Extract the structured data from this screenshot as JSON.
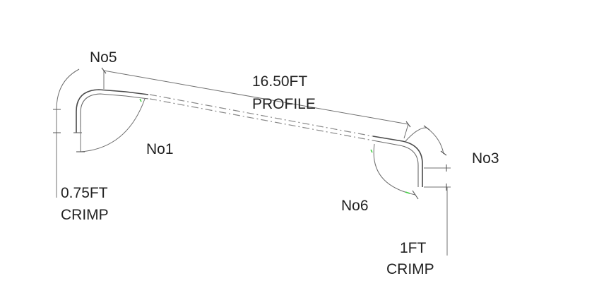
{
  "labels": {
    "bend_no5": "No5",
    "bend_no1": "No1",
    "bend_no3": "No3",
    "bend_no6": "No6",
    "profile_length": "16.50FT",
    "profile_word": "PROFILE",
    "left_crimp_length": "0.75FT",
    "left_crimp_word": "CRIMP",
    "right_crimp_length": "1FT",
    "right_crimp_word": "CRIMP"
  },
  "colors": {
    "line": "#4a4a4a",
    "text": "#222222",
    "accent_marks": "#3ccf3c"
  }
}
